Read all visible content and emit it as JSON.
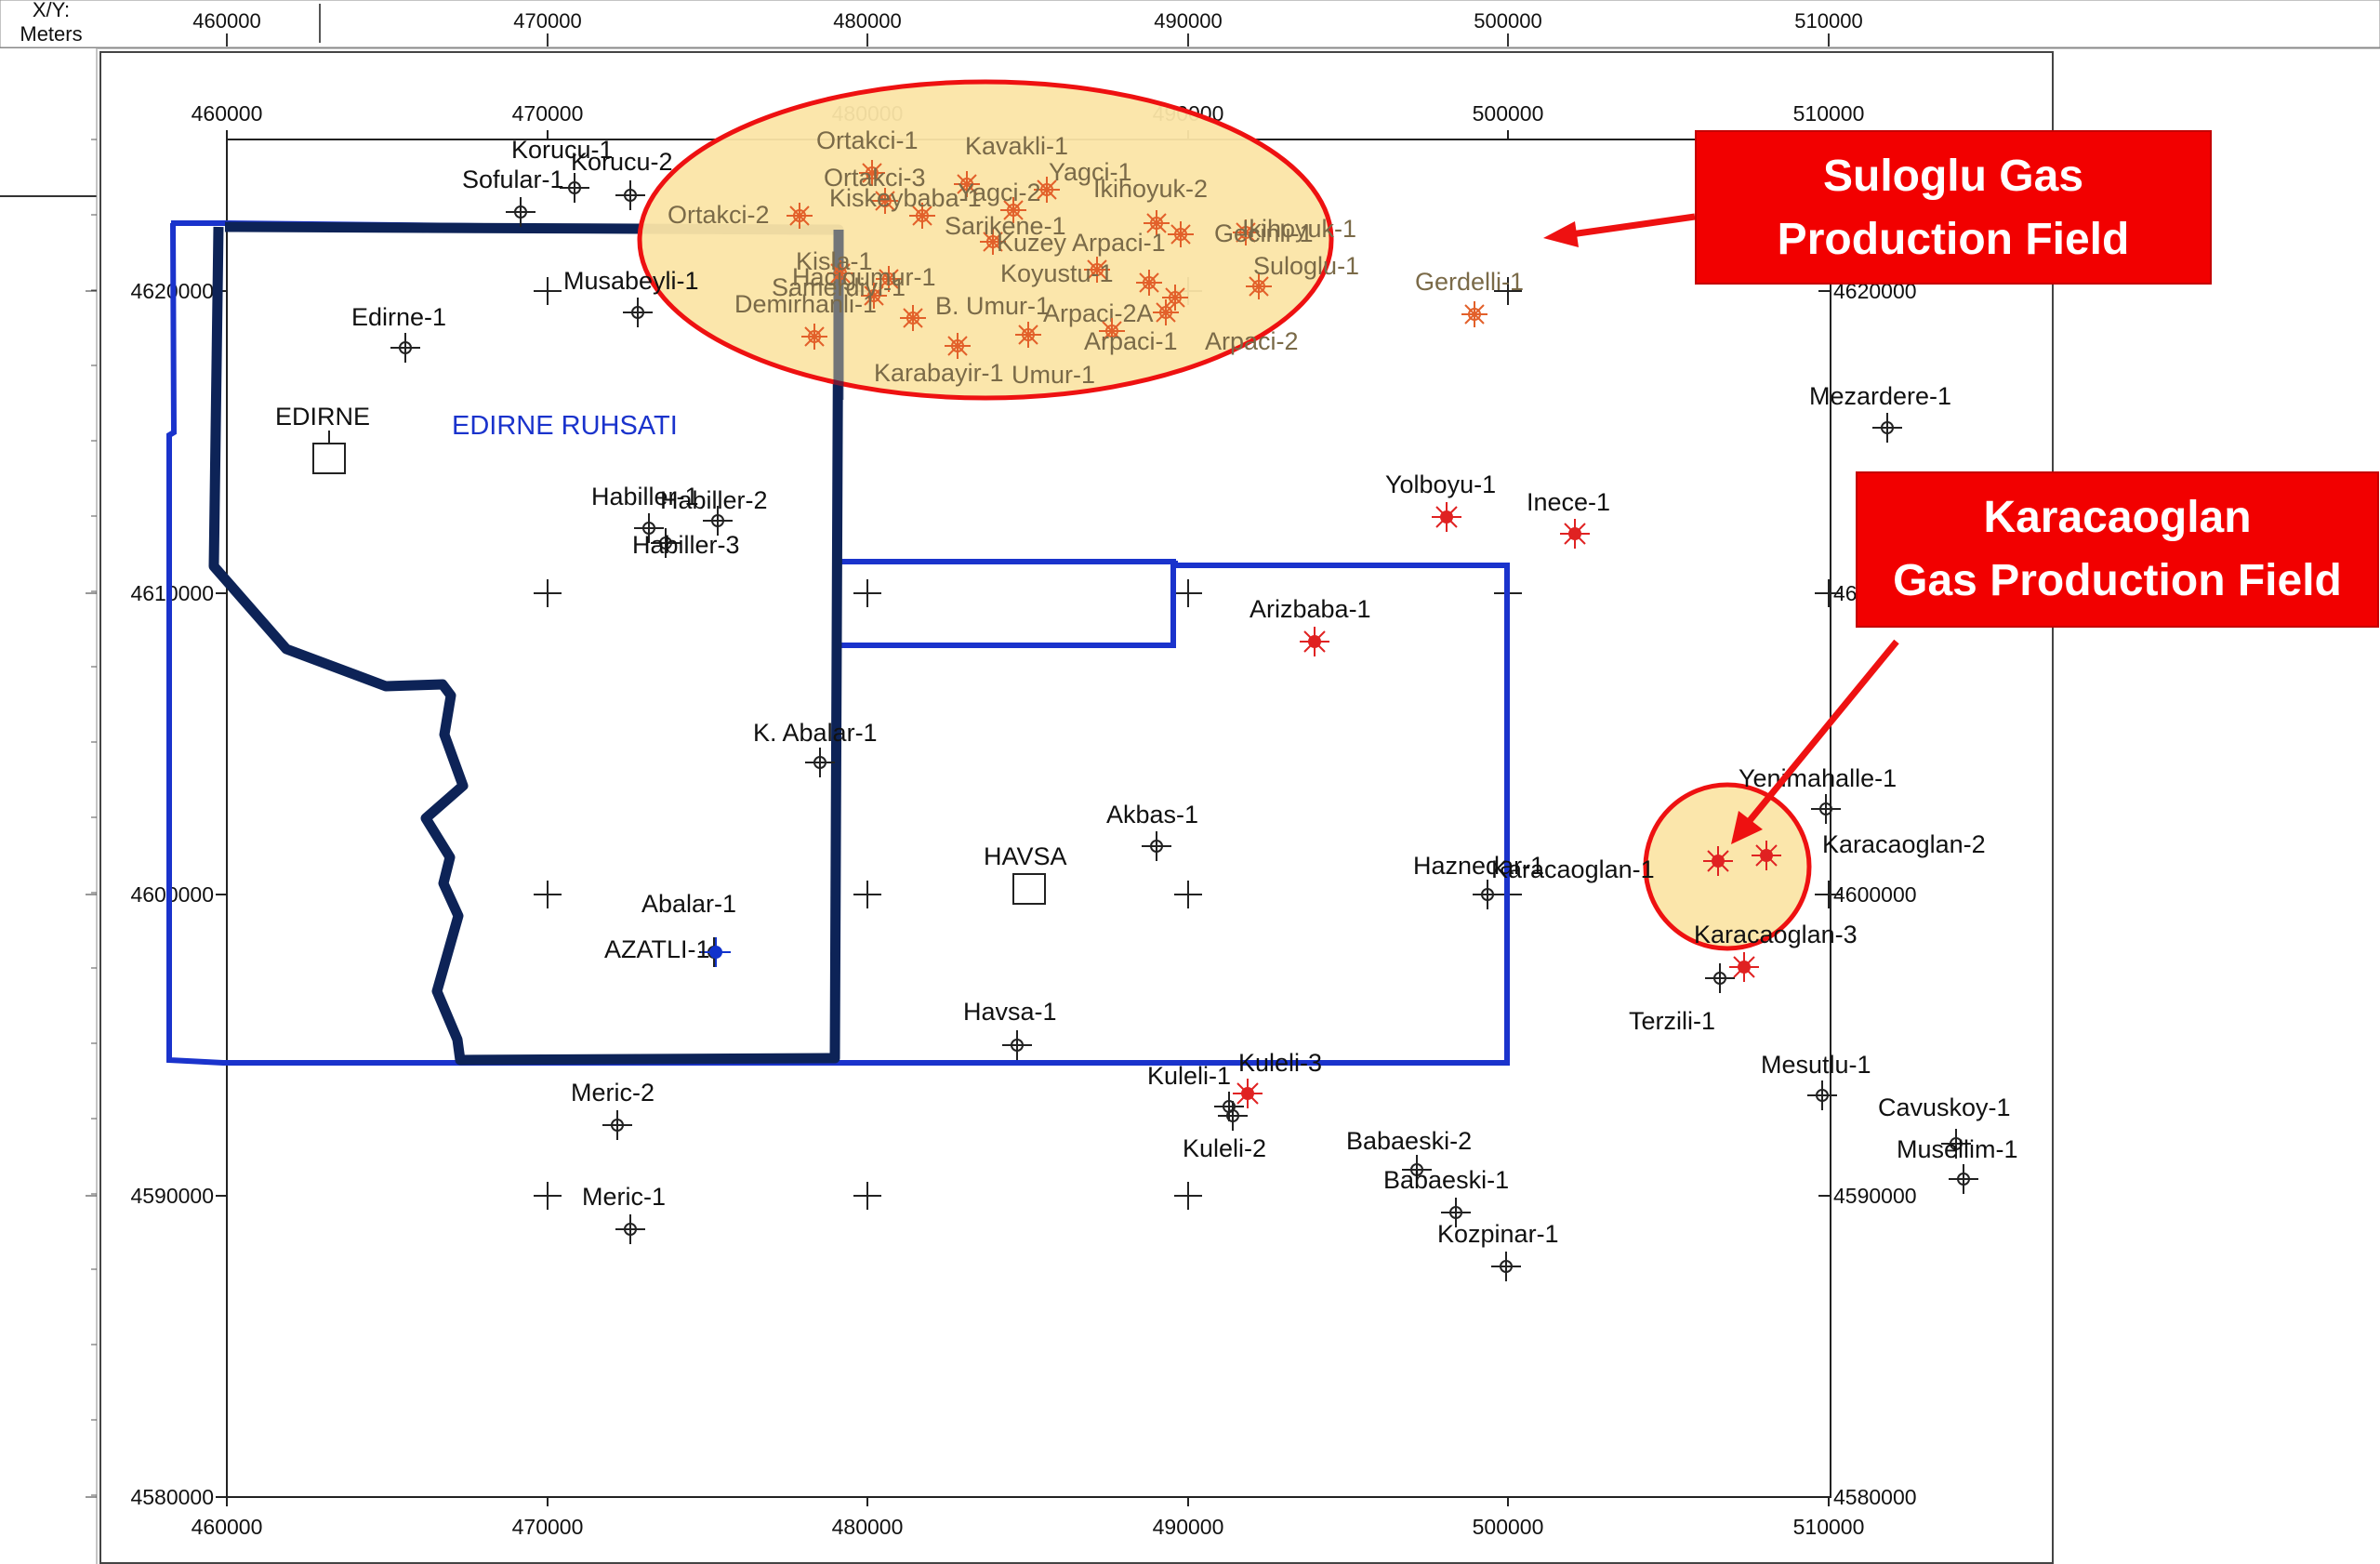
{
  "ruler": {
    "corner_label": "X/Y:\nMeters",
    "x_ticks": [
      "460000",
      "470000",
      "480000",
      "490000",
      "500000",
      "510000"
    ]
  },
  "axes": {
    "x_ticks": [
      "460000",
      "470000",
      "480000",
      "490000",
      "500000",
      "510000"
    ],
    "y_ticks": [
      "4620000",
      "4610000",
      "4600000",
      "4590000",
      "4580000"
    ]
  },
  "licenses": [
    {
      "name": "EDIRNE RUHSATI",
      "color": "#1a33cc"
    }
  ],
  "towns": [
    {
      "name": "EDIRNE"
    },
    {
      "name": "HAVSA"
    }
  ],
  "wells": [
    {
      "name": "Korucu-1",
      "kind": "dry"
    },
    {
      "name": "Korucu-2",
      "kind": "dry"
    },
    {
      "name": "Sofular-1",
      "kind": "dry"
    },
    {
      "name": "Musabeyli-1",
      "kind": "dry"
    },
    {
      "name": "Edirne-1",
      "kind": "dry"
    },
    {
      "name": "Habiller-1",
      "kind": "dry"
    },
    {
      "name": "Habiller-2",
      "kind": "dry"
    },
    {
      "name": "Habiller-3",
      "kind": "dry"
    },
    {
      "name": "K. Abalar-1",
      "kind": "dry"
    },
    {
      "name": "Abalar-1",
      "kind": "dry"
    },
    {
      "name": "AZATLI-1",
      "kind": "oil-show"
    },
    {
      "name": "Meric-2",
      "kind": "dry"
    },
    {
      "name": "Meric-1",
      "kind": "dry"
    },
    {
      "name": "Havsa-1",
      "kind": "dry"
    },
    {
      "name": "Akbas-1",
      "kind": "dry"
    },
    {
      "name": "Arizbaba-1",
      "kind": "gas"
    },
    {
      "name": "Yolboyu-1",
      "kind": "gas"
    },
    {
      "name": "Inece-1",
      "kind": "gas"
    },
    {
      "name": "Mezardere-1",
      "kind": "dry"
    },
    {
      "name": "Yenimahalle-1",
      "kind": "dry"
    },
    {
      "name": "Haznedar-1",
      "kind": "dry"
    },
    {
      "name": "Karacaoglan-1",
      "kind": "gas"
    },
    {
      "name": "Karacaoglan-2",
      "kind": "gas"
    },
    {
      "name": "Karacaoglan-3",
      "kind": "gas"
    },
    {
      "name": "Terzili-1",
      "kind": "dry"
    },
    {
      "name": "Mesutlu-1",
      "kind": "dry"
    },
    {
      "name": "Cavuskoy-1",
      "kind": "dry"
    },
    {
      "name": "Musellim-1",
      "kind": "dry"
    },
    {
      "name": "Kuleli-1",
      "kind": "dry"
    },
    {
      "name": "Kuleli-2",
      "kind": "dry"
    },
    {
      "name": "Kuleli-3",
      "kind": "gas"
    },
    {
      "name": "Babaeski-2",
      "kind": "dry"
    },
    {
      "name": "Babaeski-1",
      "kind": "dry"
    },
    {
      "name": "Kozpinar-1",
      "kind": "dry"
    }
  ],
  "field_wells": [
    "Ortakci-1",
    "Ortakci-3",
    "Ortakci-2",
    "Kavakli-1",
    "Yagci-1",
    "Yagci-2",
    "Kiskeybaba-1",
    "Ikihoyuk-2",
    "Ikihoyuk-1",
    "Gecinli-1",
    "Sarikene-1",
    "Kuzey Arpaci-1",
    "Koyustu-1",
    "Suloglu-1",
    "Gerdelli-1",
    "Kisla-1",
    "Hacigumur-1",
    "Samerdivi-1",
    "Demirhanli-1",
    "B. Umur-1",
    "Arpaci-2A",
    "Arpaci-1",
    "Arpaci-2",
    "Karabayir-1",
    "Umur-1"
  ],
  "fields": [
    {
      "name": "Suloglu",
      "fill": "#fbe5a6",
      "outline": "#ee1111"
    },
    {
      "name": "Karacaoglan",
      "fill": "#fbe5a6",
      "outline": "#ee1111"
    }
  ],
  "callouts": {
    "suloglu": {
      "line1": "Suloglu Gas",
      "line2": "Production Field"
    },
    "karacaoglan": {
      "line1": "Karacaoglan",
      "line2": "Gas Production Field"
    }
  },
  "colors": {
    "license_outline": "#1a33cc",
    "study_area_outline": "#0d2357",
    "gas_well": "#e02222",
    "callout_bg": "#f20000"
  }
}
